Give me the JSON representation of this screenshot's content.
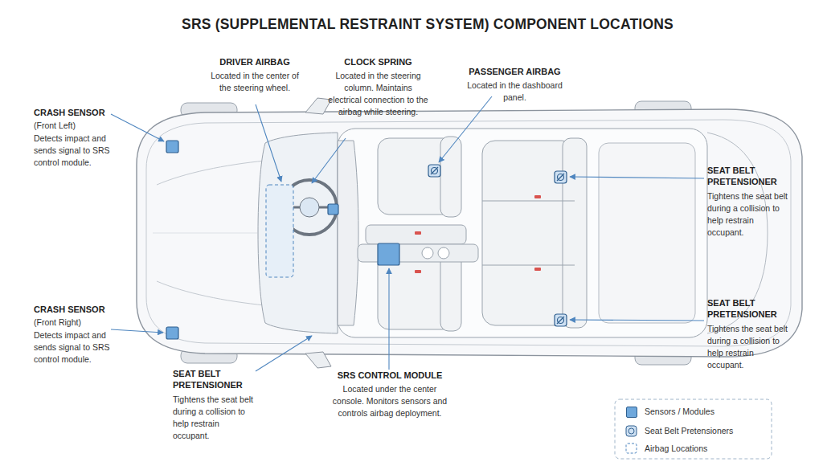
{
  "diagram": {
    "title": "SRS (SUPPLEMENTAL RESTRAINT SYSTEM) COMPONENT LOCATIONS",
    "labels": [
      "DRIVER AIRBAG",
      "Located in the center of the steering wheel.",
      "CLOCK SPRING",
      "Located in the steering column. Maintains electrical connection to the airbag while steering.",
      "PASSENGER AIRBAG",
      "Located in the dashboard panel.",
      "CRASH SENSOR",
      "(Front Left)",
      "Detects impact and sends signal to SRS control module.",
      "SEAT BELT PRETENSIONER",
      "Tightens the seat belt during a collision to help restrain occupant.",
      "CRASH SENSOR",
      "(Front Right)",
      "Detects impact and sends signal to SRS control module.",
      "SEAT BELT PRETENSIONER",
      "Tightens the seat belt during a collision to help restrain occupant.",
      "SEAT BELT PRETENSIONER",
      "Tightens the seat belt during a collision to help restrain occupant.",
      "SRS CONTROL MODULE",
      "Located under the center console. Monitors sensors and controls airbag deployment."
    ],
    "legend": [
      {
        "text": "Sensors / Modules",
        "color": "#6fa8dc"
      },
      {
        "text": "Seat Belt Pretensioners"
      },
      {
        "text": "Airbag Locations"
      }
    ]
  }
}
